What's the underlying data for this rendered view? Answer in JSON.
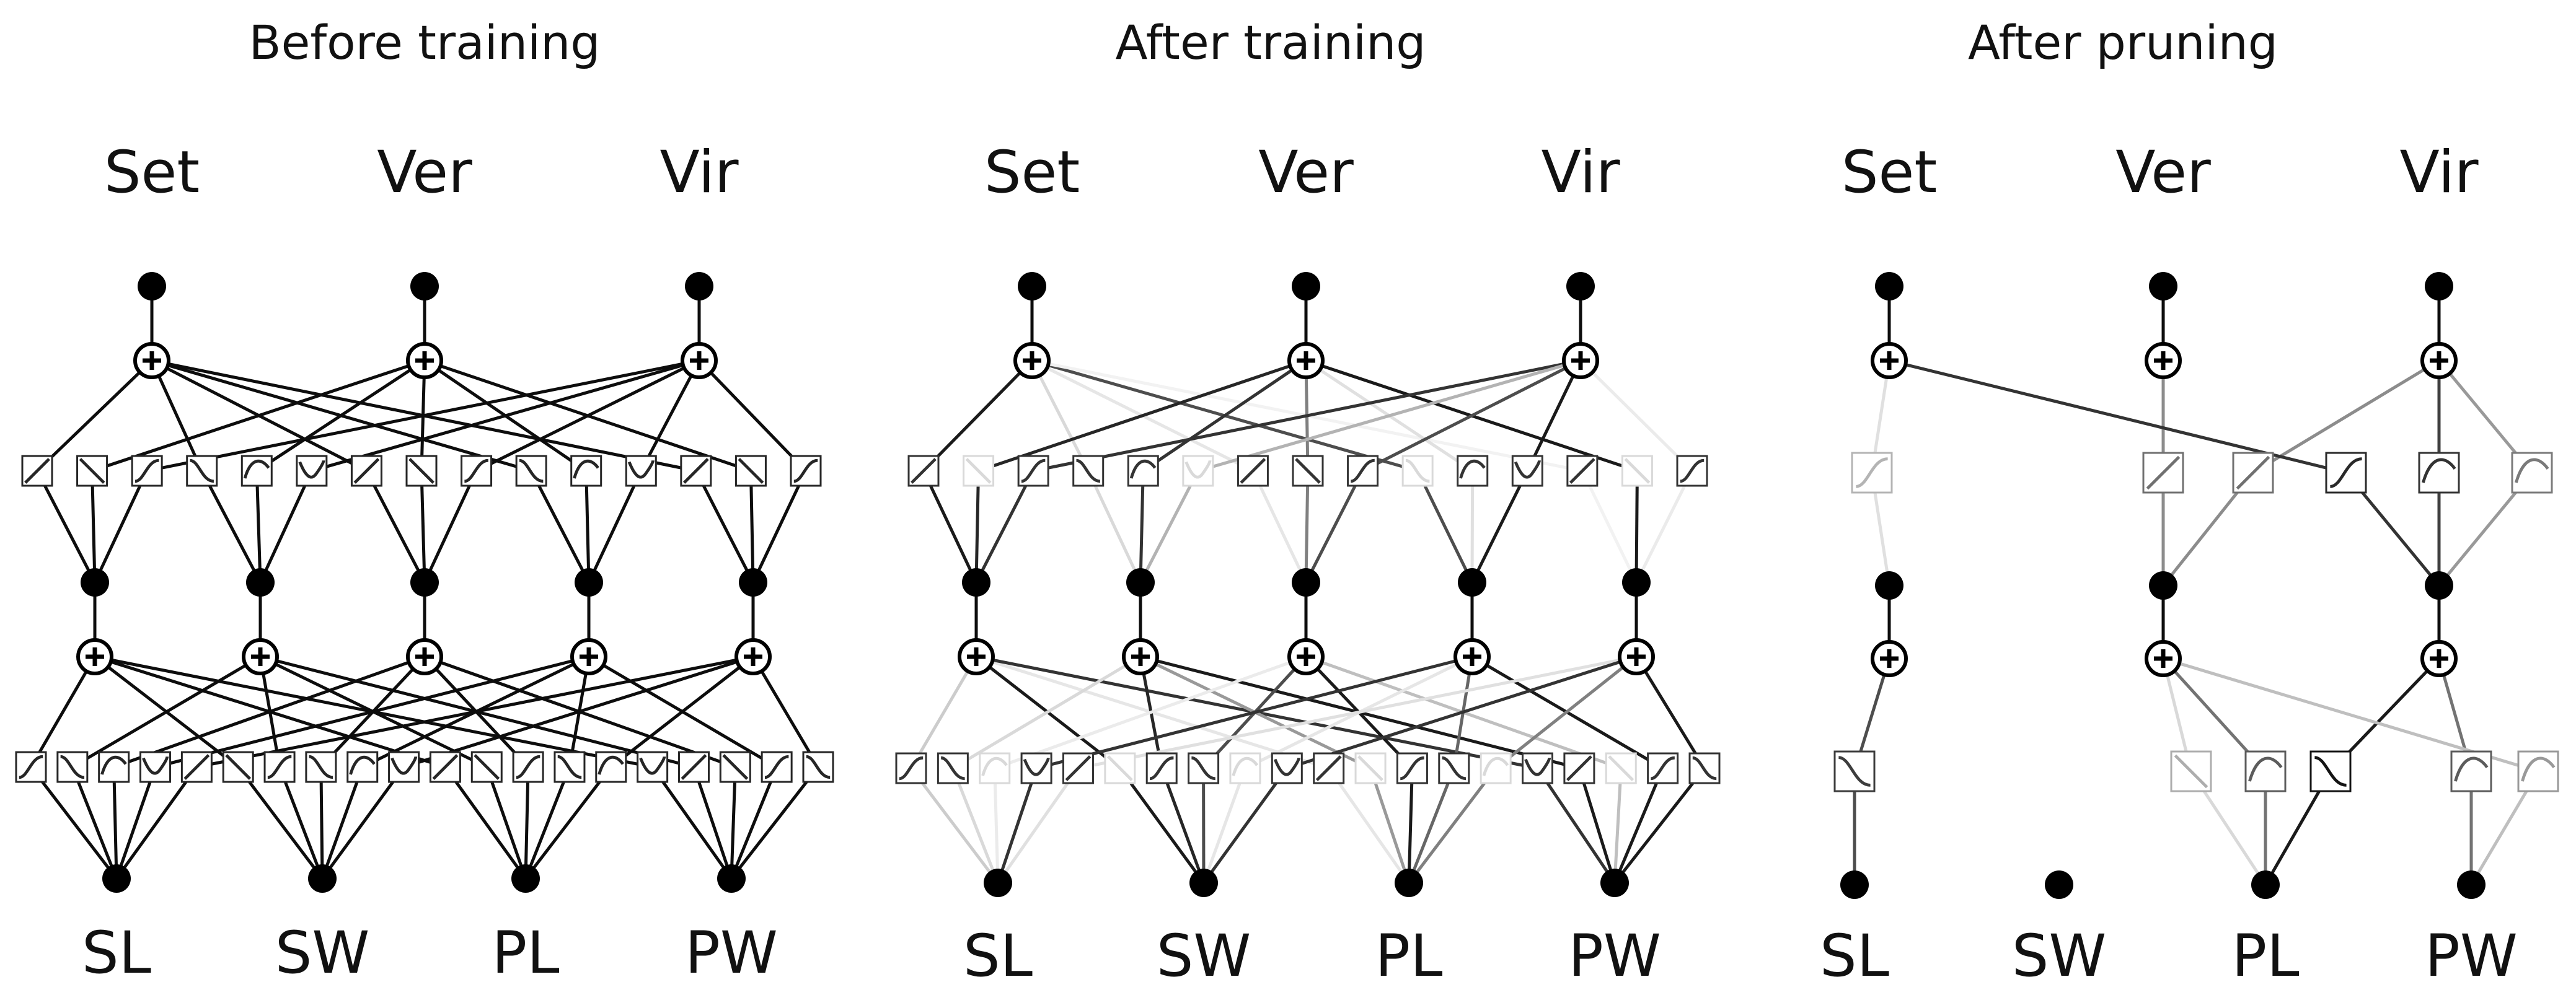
{
  "panels": [
    {
      "key": "before",
      "title": "Before training",
      "outputs": [
        "Set",
        "Ver",
        "Vir"
      ],
      "inputs": [
        "SL",
        "SW",
        "PL",
        "PW"
      ],
      "pruned": false
    },
    {
      "key": "after_training",
      "title": "After training",
      "outputs": [
        "Set",
        "Ver",
        "Vir"
      ],
      "inputs": [
        "SL",
        "SW",
        "PL",
        "PW"
      ],
      "pruned": false
    },
    {
      "key": "after_pruning",
      "title": "After pruning",
      "outputs": [
        "Set",
        "Ver",
        "Vir"
      ],
      "inputs": [
        "SL",
        "SW",
        "PL",
        "PW"
      ],
      "pruned": true
    }
  ]
}
